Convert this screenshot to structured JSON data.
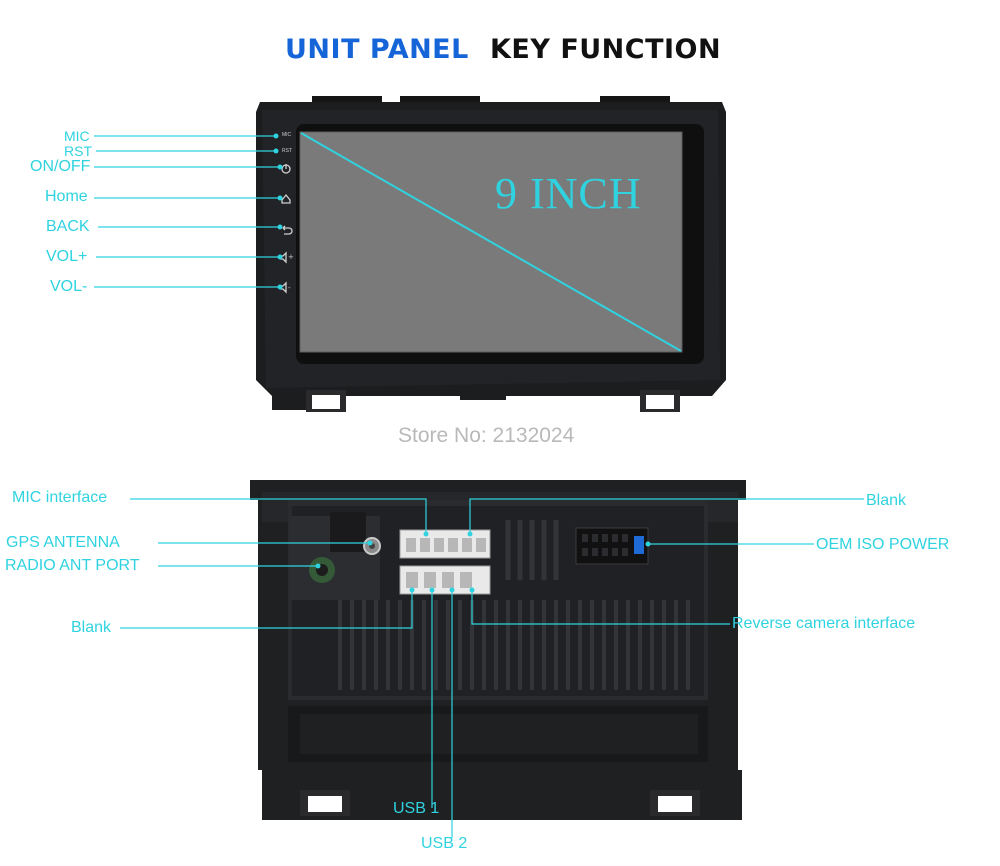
{
  "header": {
    "title_left": "UNIT PANEL",
    "title_right": "KEY FUNCTION",
    "title_left_color": "#1565d8",
    "title_right_color": "#111111"
  },
  "front_panel": {
    "screen_text": "9 INCH",
    "buttons": [
      {
        "label": "MIC",
        "icon": "mic-hole",
        "key_text": "MIC"
      },
      {
        "label": "RST",
        "icon": "reset-hole",
        "key_text": "RST"
      },
      {
        "label": "ON/OFF",
        "icon": "power-icon"
      },
      {
        "label": "Home",
        "icon": "home-icon"
      },
      {
        "label": "BACK",
        "icon": "back-icon"
      },
      {
        "label": "VOL+",
        "icon": "volume-up-icon"
      },
      {
        "label": "VOL-",
        "icon": "volume-down-icon"
      }
    ]
  },
  "store_text": "Store No: 2132024",
  "back_panel": {
    "labels": {
      "mic_interface": "MIC interface",
      "gps_antenna": "GPS ANTENNA",
      "radio_ant_port": "RADIO ANT PORT",
      "blank_left": "Blank",
      "blank_right": "Blank",
      "oem_iso_power": "OEM ISO POWER",
      "reverse_camera": "Reverse camera interface",
      "usb1": "USB 1",
      "usb2": "USB 2"
    }
  },
  "colors": {
    "accent": "#2fd3e0",
    "unit_body": "#1c1d1f",
    "screen": "#7a7a7b"
  }
}
